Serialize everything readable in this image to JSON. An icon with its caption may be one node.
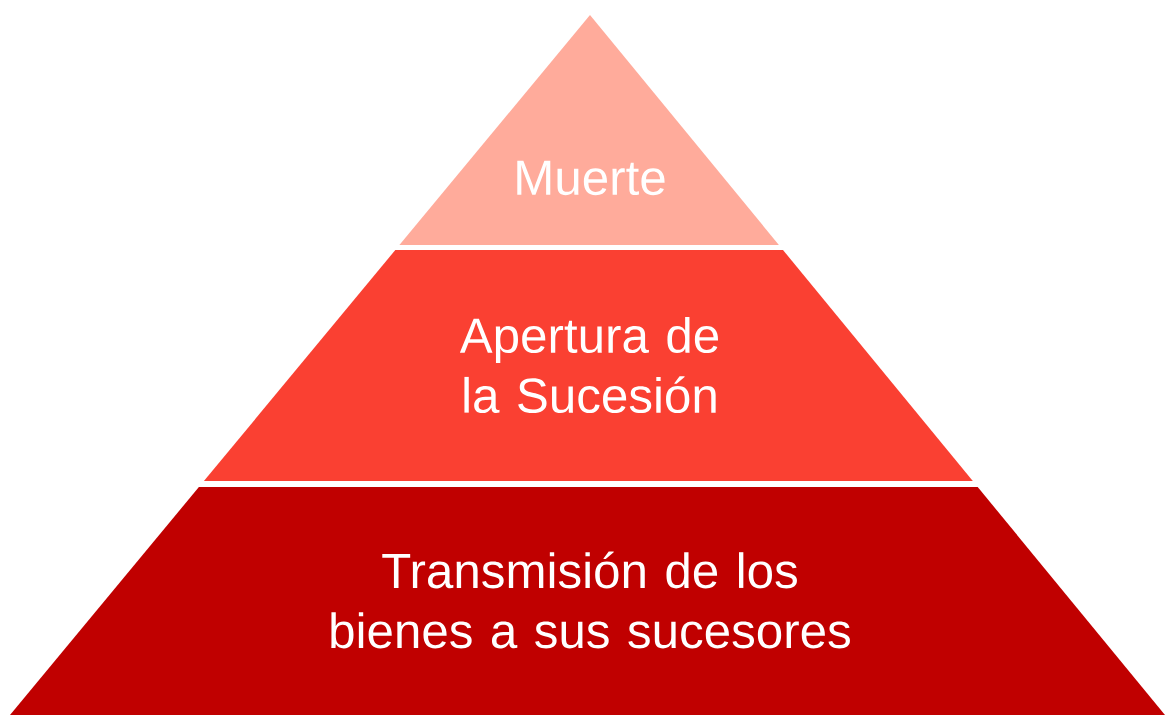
{
  "diagram": {
    "nodes": [
      {
        "text": [
          "Muerte"
        ]
      },
      {
        "text": [
          "Apertura de la Sucesión"
        ]
      },
      {
        "text": [
          "Transmisión de los bienes a sus sucesores"
        ]
      }
    ]
  }
}
